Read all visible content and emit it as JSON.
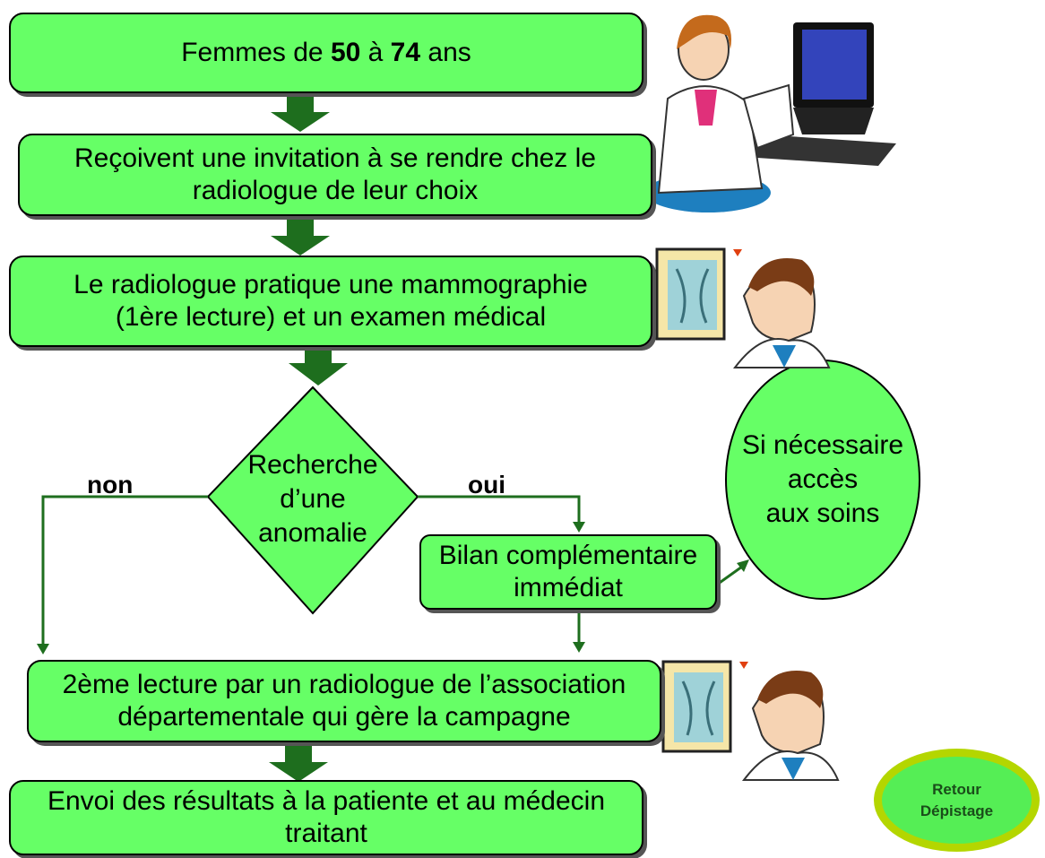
{
  "box1": {
    "a": "Femmes de ",
    "b": "50",
    "c": " à ",
    "d": "74",
    "e": " ans"
  },
  "box2": {
    "line1": "Reçoivent une invitation à se rendre chez le",
    "line2": "radiologue de leur choix"
  },
  "box3": {
    "line1": "Le radiologue pratique une mammographie",
    "line2": "(1ère lecture) et un examen médical"
  },
  "decision": {
    "line1": "Recherche",
    "line2": "d’une",
    "line3": "anomalie",
    "no_label": "non",
    "yes_label": "oui"
  },
  "bilan": {
    "line1": "Bilan complémentaire",
    "line2": "immédiat"
  },
  "circle": {
    "line1": "Si nécessaire",
    "line2": "accès",
    "line3": "aux soins"
  },
  "box5": {
    "line1": "2ème lecture par un radiologue de l’association",
    "line2": "départementale qui gère la campagne"
  },
  "box6": {
    "line1": "Envoi des résultats à la patiente et au médecin",
    "line2": "traitant"
  },
  "retour": {
    "line1": "Retour",
    "line2": "Dépistage"
  },
  "colors": {
    "box_fill": "#66ff66",
    "arrow": "#1e6e1e",
    "retour_border": "#b4d600"
  },
  "icons": [
    "doctor-at-computer-icon",
    "xray-viewer-icon",
    "radiologist-icon"
  ]
}
